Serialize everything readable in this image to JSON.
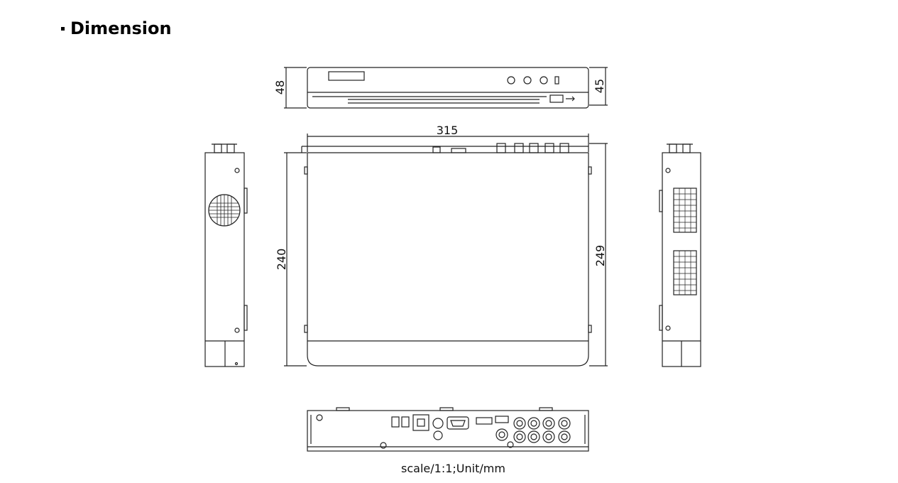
{
  "heading": {
    "bullet": "▪",
    "text": "Dimension"
  },
  "front_view": {
    "height_left": "48",
    "height_right": "45"
  },
  "top_view": {
    "width": "315",
    "depth_left": "240",
    "depth_right": "249"
  },
  "caption": "scale/1:1;Unit/mm",
  "colors": {
    "line": "#222222",
    "background": "#ffffff"
  }
}
